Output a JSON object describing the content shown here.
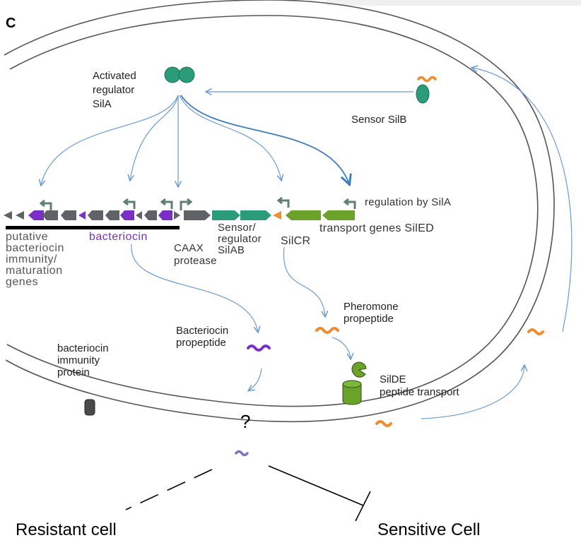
{
  "panel_letter": "C",
  "labels": {
    "activated_regulator": [
      "Activated",
      "regulator",
      "SilA"
    ],
    "sensor": "Sensor SilB",
    "regulation": "regulation by SilA",
    "putative": [
      "putative",
      "bacteriocin",
      "immunity/",
      "maturation",
      "genes"
    ],
    "bacteriocin": "bacteriocin",
    "caax": [
      "CAAX",
      "protease"
    ],
    "sensor_regulator": [
      "Sensor/",
      "regulator",
      "SilAB"
    ],
    "silcr": "SilCR",
    "transport_genes": "transport genes SilED",
    "pheromone": [
      "Pheromone",
      "propeptide"
    ],
    "bacteriocin_propeptide": [
      "Bacteriocin",
      "propeptide"
    ],
    "immunity_protein": [
      "bacteriocin",
      "immunity",
      "protein"
    ],
    "transporter": [
      "SilDE",
      "peptide transport"
    ],
    "unknown": "?",
    "resistant": "Resistant cell",
    "sensitive": "Sensitive Cell"
  },
  "colors": {
    "teal": "#2a9d78",
    "purple": "#7b2fc9",
    "grey_gene": "#5f6368",
    "green": "#6aa22a",
    "orange": "#f28a2e",
    "arrow": "#6a9bd1",
    "lavender": "#7b74b8"
  },
  "icons": {
    "regulator": "dimer-circles-icon",
    "sensor": "membrane-sensor-icon",
    "transporter": "cylinder-transporter-icon",
    "promoter": "bent-arrow-promoter-icon"
  }
}
